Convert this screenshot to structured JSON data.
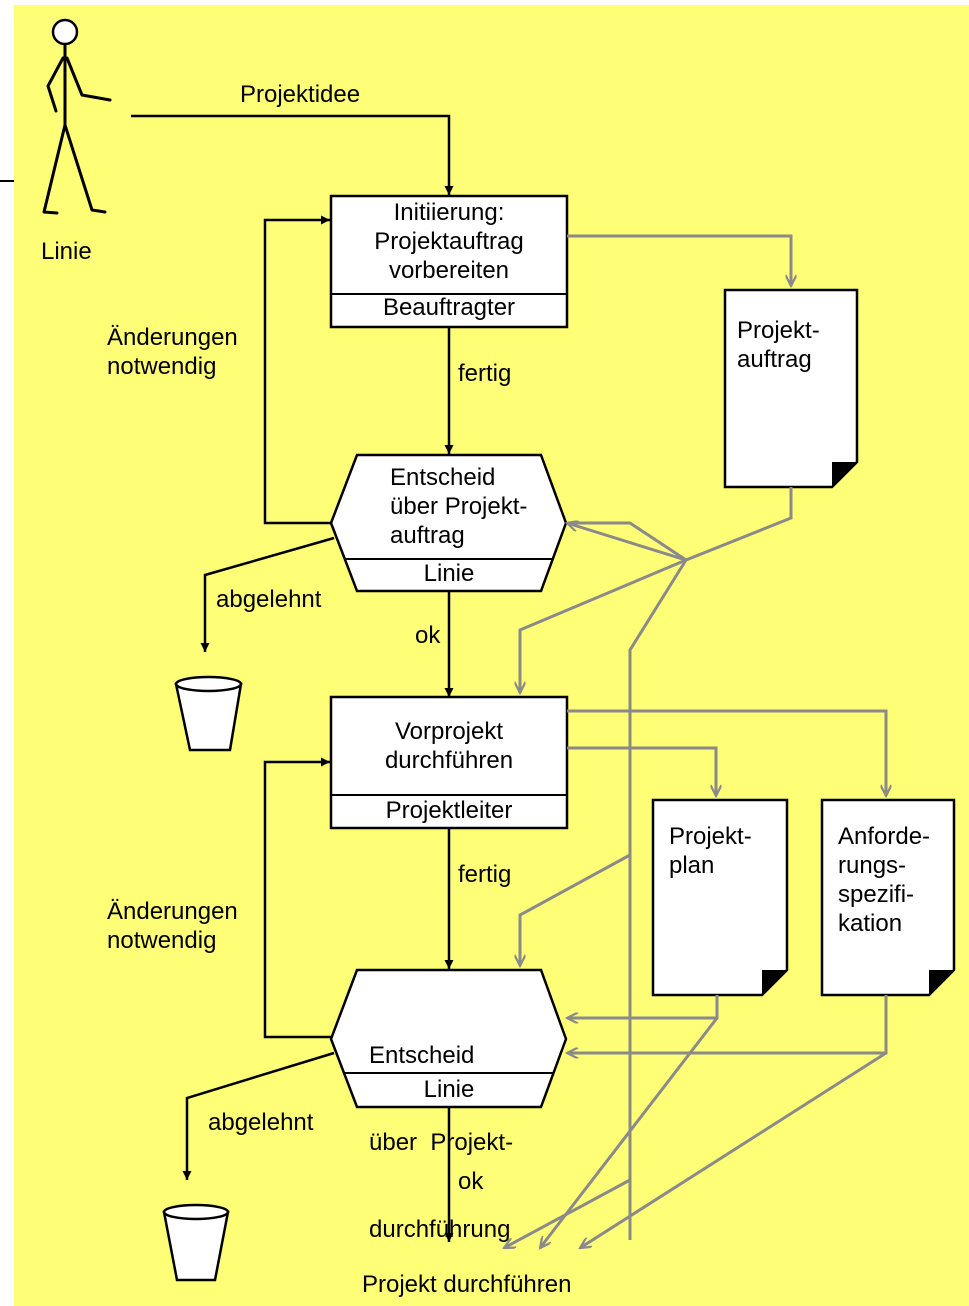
{
  "actor": {
    "label": "Linie"
  },
  "input": {
    "label": "Projektidee"
  },
  "initiation": {
    "line1": "Initiierung:",
    "line2": "Projektauftrag",
    "line3": "vorbereiten",
    "role": "Beauftragter"
  },
  "document_auftrag": {
    "line1": "Projekt-",
    "line2": "auftrag"
  },
  "edge_fertig_1": "fertig",
  "loop_1": {
    "line1": "Änderungen",
    "line2": "notwendig"
  },
  "decision_1": {
    "line1": "Entscheid",
    "line2": "über Projekt-",
    "line3": "auftrag",
    "role": "Linie"
  },
  "rejected_1": "abgelehnt",
  "ok_1": "ok",
  "preproject": {
    "line1": "Vorprojekt",
    "line2": "durchführen",
    "role": "Projektleiter"
  },
  "document_plan": {
    "line1": "Projekt-",
    "line2": "plan"
  },
  "document_spec": {
    "line1": "Anforde-",
    "line2": "rungs-",
    "line3": "spezifi-",
    "line4": "kation"
  },
  "edge_fertig_2": "fertig",
  "loop_2": {
    "line1": "Änderungen",
    "line2": "notwendig"
  },
  "decision_2": {
    "line1": "Entscheid",
    "line2": "über  Projekt-",
    "line3": "durchführung",
    "role": "Linie"
  },
  "rejected_2": "abgelehnt",
  "ok_2": "ok",
  "output": {
    "label": "Projekt durchführen"
  }
}
